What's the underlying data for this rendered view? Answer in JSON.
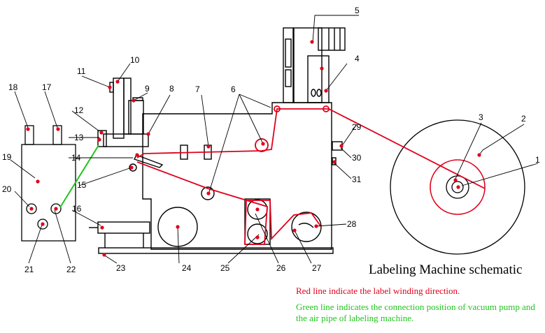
{
  "title": "Labeling Machine schematic",
  "notes": {
    "red_line": "Red line indicate the label winding direction.",
    "green_line": "Green line indicates the connection position of vacuum pump and the air pipe of labeling machine."
  },
  "part_numbers": [
    "1",
    "2",
    "3",
    "4",
    "5",
    "6",
    "7",
    "8",
    "9",
    "10",
    "11",
    "12",
    "13",
    "14",
    "15",
    "16",
    "17",
    "18",
    "19",
    "20",
    "21",
    "22",
    "23",
    "24",
    "25",
    "26",
    "27",
    "28",
    "29",
    "30",
    "31"
  ],
  "colors": {
    "label_path": "#e0001b",
    "air_pipe": "#22c41e",
    "outline": "#000000",
    "marker": "#e0001b"
  }
}
